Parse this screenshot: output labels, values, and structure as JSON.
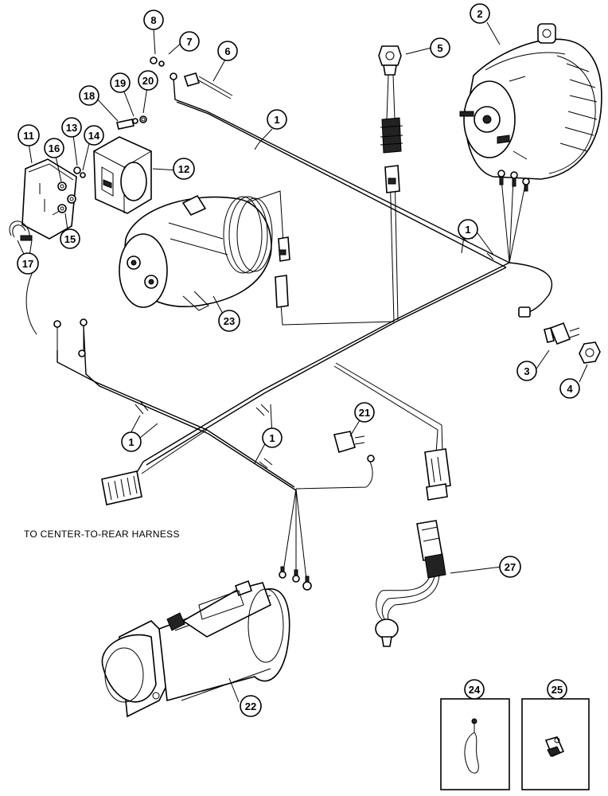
{
  "note": "TO CENTER-TO-REAR HARNESS",
  "callouts": {
    "c1a": "1",
    "c1b": "1",
    "c1c": "1",
    "c1d": "1",
    "c2": "2",
    "c3": "3",
    "c4": "4",
    "c5": "5",
    "c6": "6",
    "c7": "7",
    "c8": "8",
    "c11": "11",
    "c12": "12",
    "c13": "13",
    "c14": "14",
    "c15": "15",
    "c16": "16",
    "c17": "17",
    "c18": "18",
    "c19": "19",
    "c20": "20",
    "c21": "21",
    "c22": "22",
    "c23": "23",
    "c24": "24",
    "c25": "25",
    "c27": "27"
  }
}
